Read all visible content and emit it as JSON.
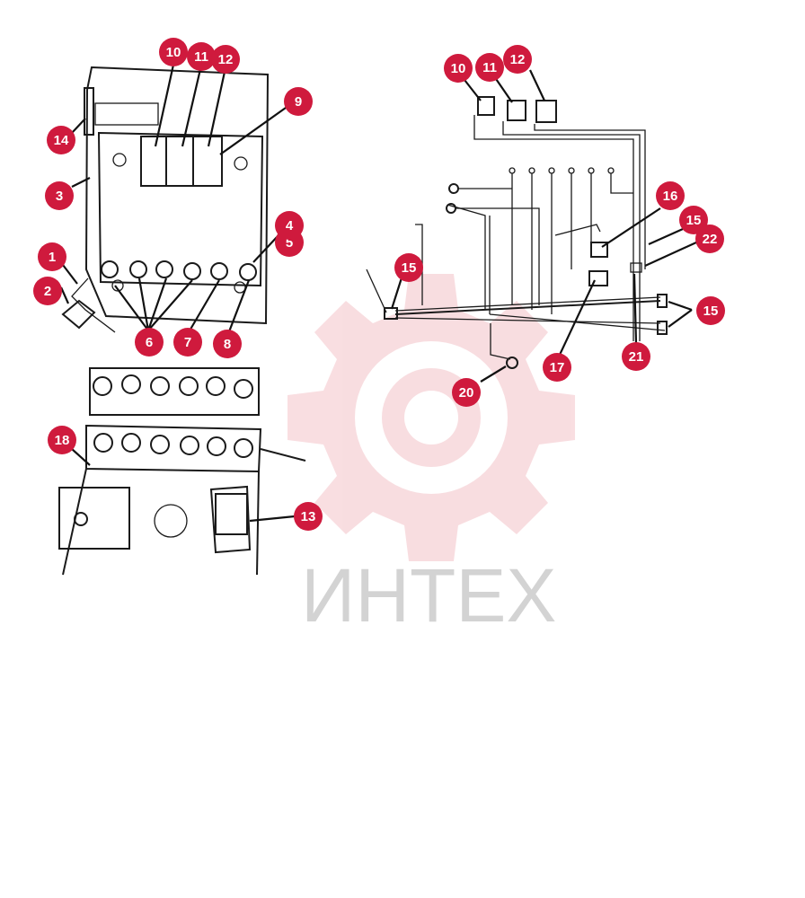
{
  "watermark": {
    "text": "ИНТЕХ",
    "color": "#d3d3d3",
    "gear_color": "#f4c3c8"
  },
  "accent_color": "#cf1a3d",
  "callouts": {
    "c10a": "10",
    "c11a": "11",
    "c12a": "12",
    "c9": "9",
    "c14": "14",
    "c3": "3",
    "c4": "4",
    "c5": "5",
    "c1": "1",
    "c2": "2",
    "c6": "6",
    "c7": "7",
    "c8": "8",
    "c18": "18",
    "c13": "13",
    "c10b": "10",
    "c11b": "11",
    "c12b": "12",
    "c16": "16",
    "c15a": "15",
    "c22": "22",
    "c15b": "15",
    "c15c": "15",
    "c17": "17",
    "c21": "21",
    "c20": "20"
  }
}
